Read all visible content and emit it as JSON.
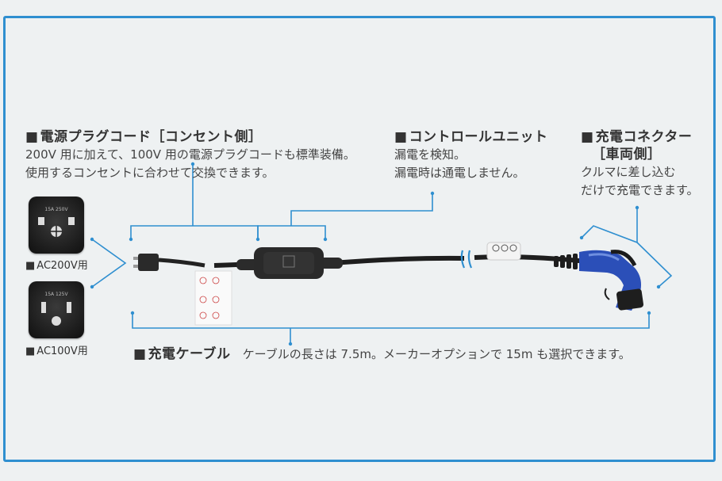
{
  "power_plug": {
    "heading": "電源プラグコード［コンセント側］",
    "line1": "200V 用に加えて、100V 用の電源プラグコードも標準装備。",
    "line2": "使用するコンセントに合わせて交換できます。"
  },
  "control_unit": {
    "heading": "コントロールユニット",
    "line1": "漏電を検知。",
    "line2": "漏電時は通電しません。"
  },
  "connector": {
    "heading": "充電コネクター",
    "heading2": "［車両側］",
    "line1": "クルマに差し込む",
    "line2": "だけで充電できます。"
  },
  "plug_200v": {
    "caption": "AC200V用",
    "face_text": "15A 250V"
  },
  "plug_100v": {
    "caption": "AC100V用",
    "face_text": "15A 125V"
  },
  "cable": {
    "heading": "充電ケーブル",
    "description": "ケーブルの長さは 7.5m。メーカーオプションで 15m も選択できます。"
  },
  "colors": {
    "accent": "#2f8fd0",
    "background": "#eef1f2",
    "connector_blue": "#2b4fb8"
  }
}
